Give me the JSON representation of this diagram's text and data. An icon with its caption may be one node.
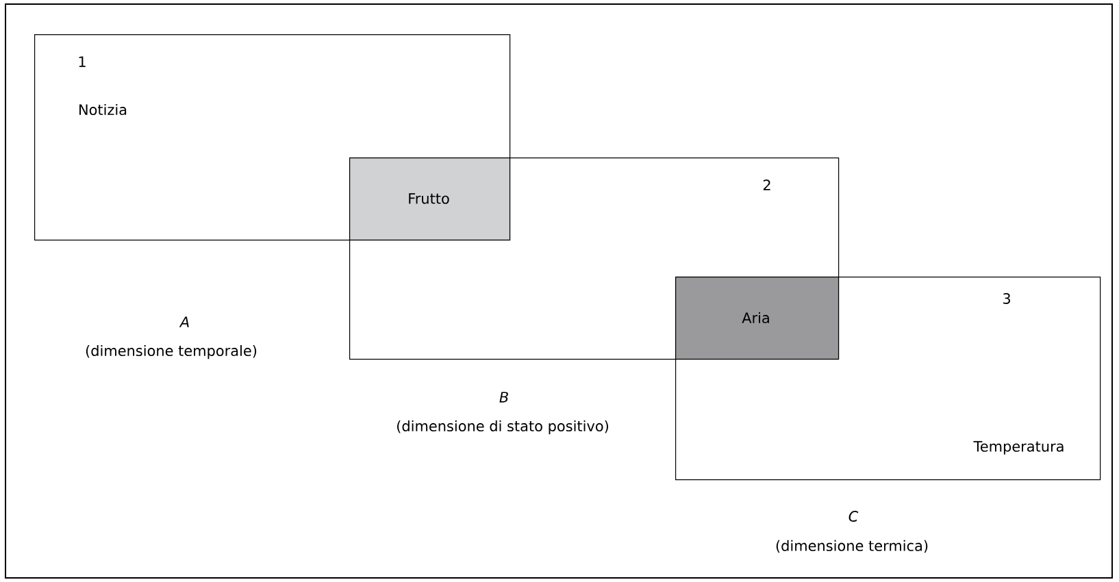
{
  "diagram": {
    "nodes": [
      {
        "text": [
          "1",
          "Notizia"
        ],
        "beside": [
          "A",
          "(dimensione temporale)"
        ]
      },
      {
        "text": [
          "Frutto"
        ]
      },
      {
        "text": [
          "2"
        ],
        "beside": [
          "B",
          "(dimensione di stato positivo)"
        ]
      },
      {
        "text": [
          "Aria"
        ]
      },
      {
        "text": [
          "3",
          "Temperatura"
        ],
        "beside": [
          "C",
          "(dimensione termica)"
        ]
      }
    ]
  }
}
